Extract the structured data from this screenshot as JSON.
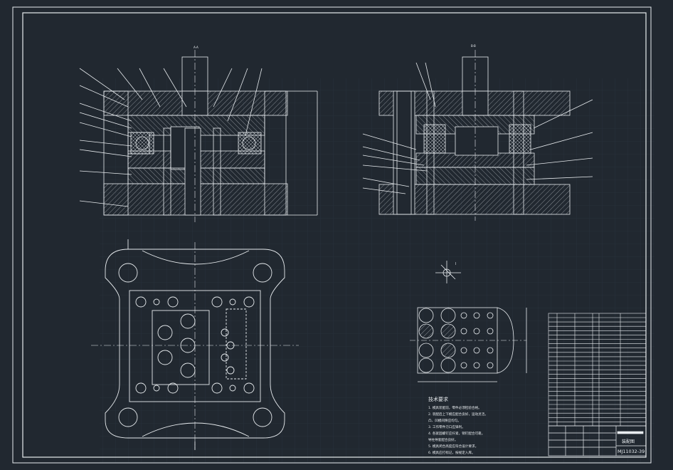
{
  "drawing": {
    "colors": {
      "background": "#212830",
      "line": "#e8ecef",
      "grid": "#2b3440",
      "hatch": "#c9ced3"
    },
    "section_label_left": "A-A",
    "section_label_right": "B-B",
    "detail_label": "I",
    "title_block": {
      "name": "装配图",
      "code": "MJ11032-39"
    },
    "tech_requirements": {
      "heading": "技术要求",
      "lines": [
        "1. 模具装配前，零件必须检验合格。",
        "2. 装配后上下模应配合良好，运动灵活。",
        "   凸、凹模间隙应均匀。",
        "3. 工作零件刃口应锋利。",
        "4. 各紧固螺钉应拧紧，销钉配合可靠。",
        "   导柱导套配合良好。",
        "5. 模具闭合高度应符合设计要求。",
        "6. 模具应打标记，按规定入库。"
      ]
    }
  }
}
